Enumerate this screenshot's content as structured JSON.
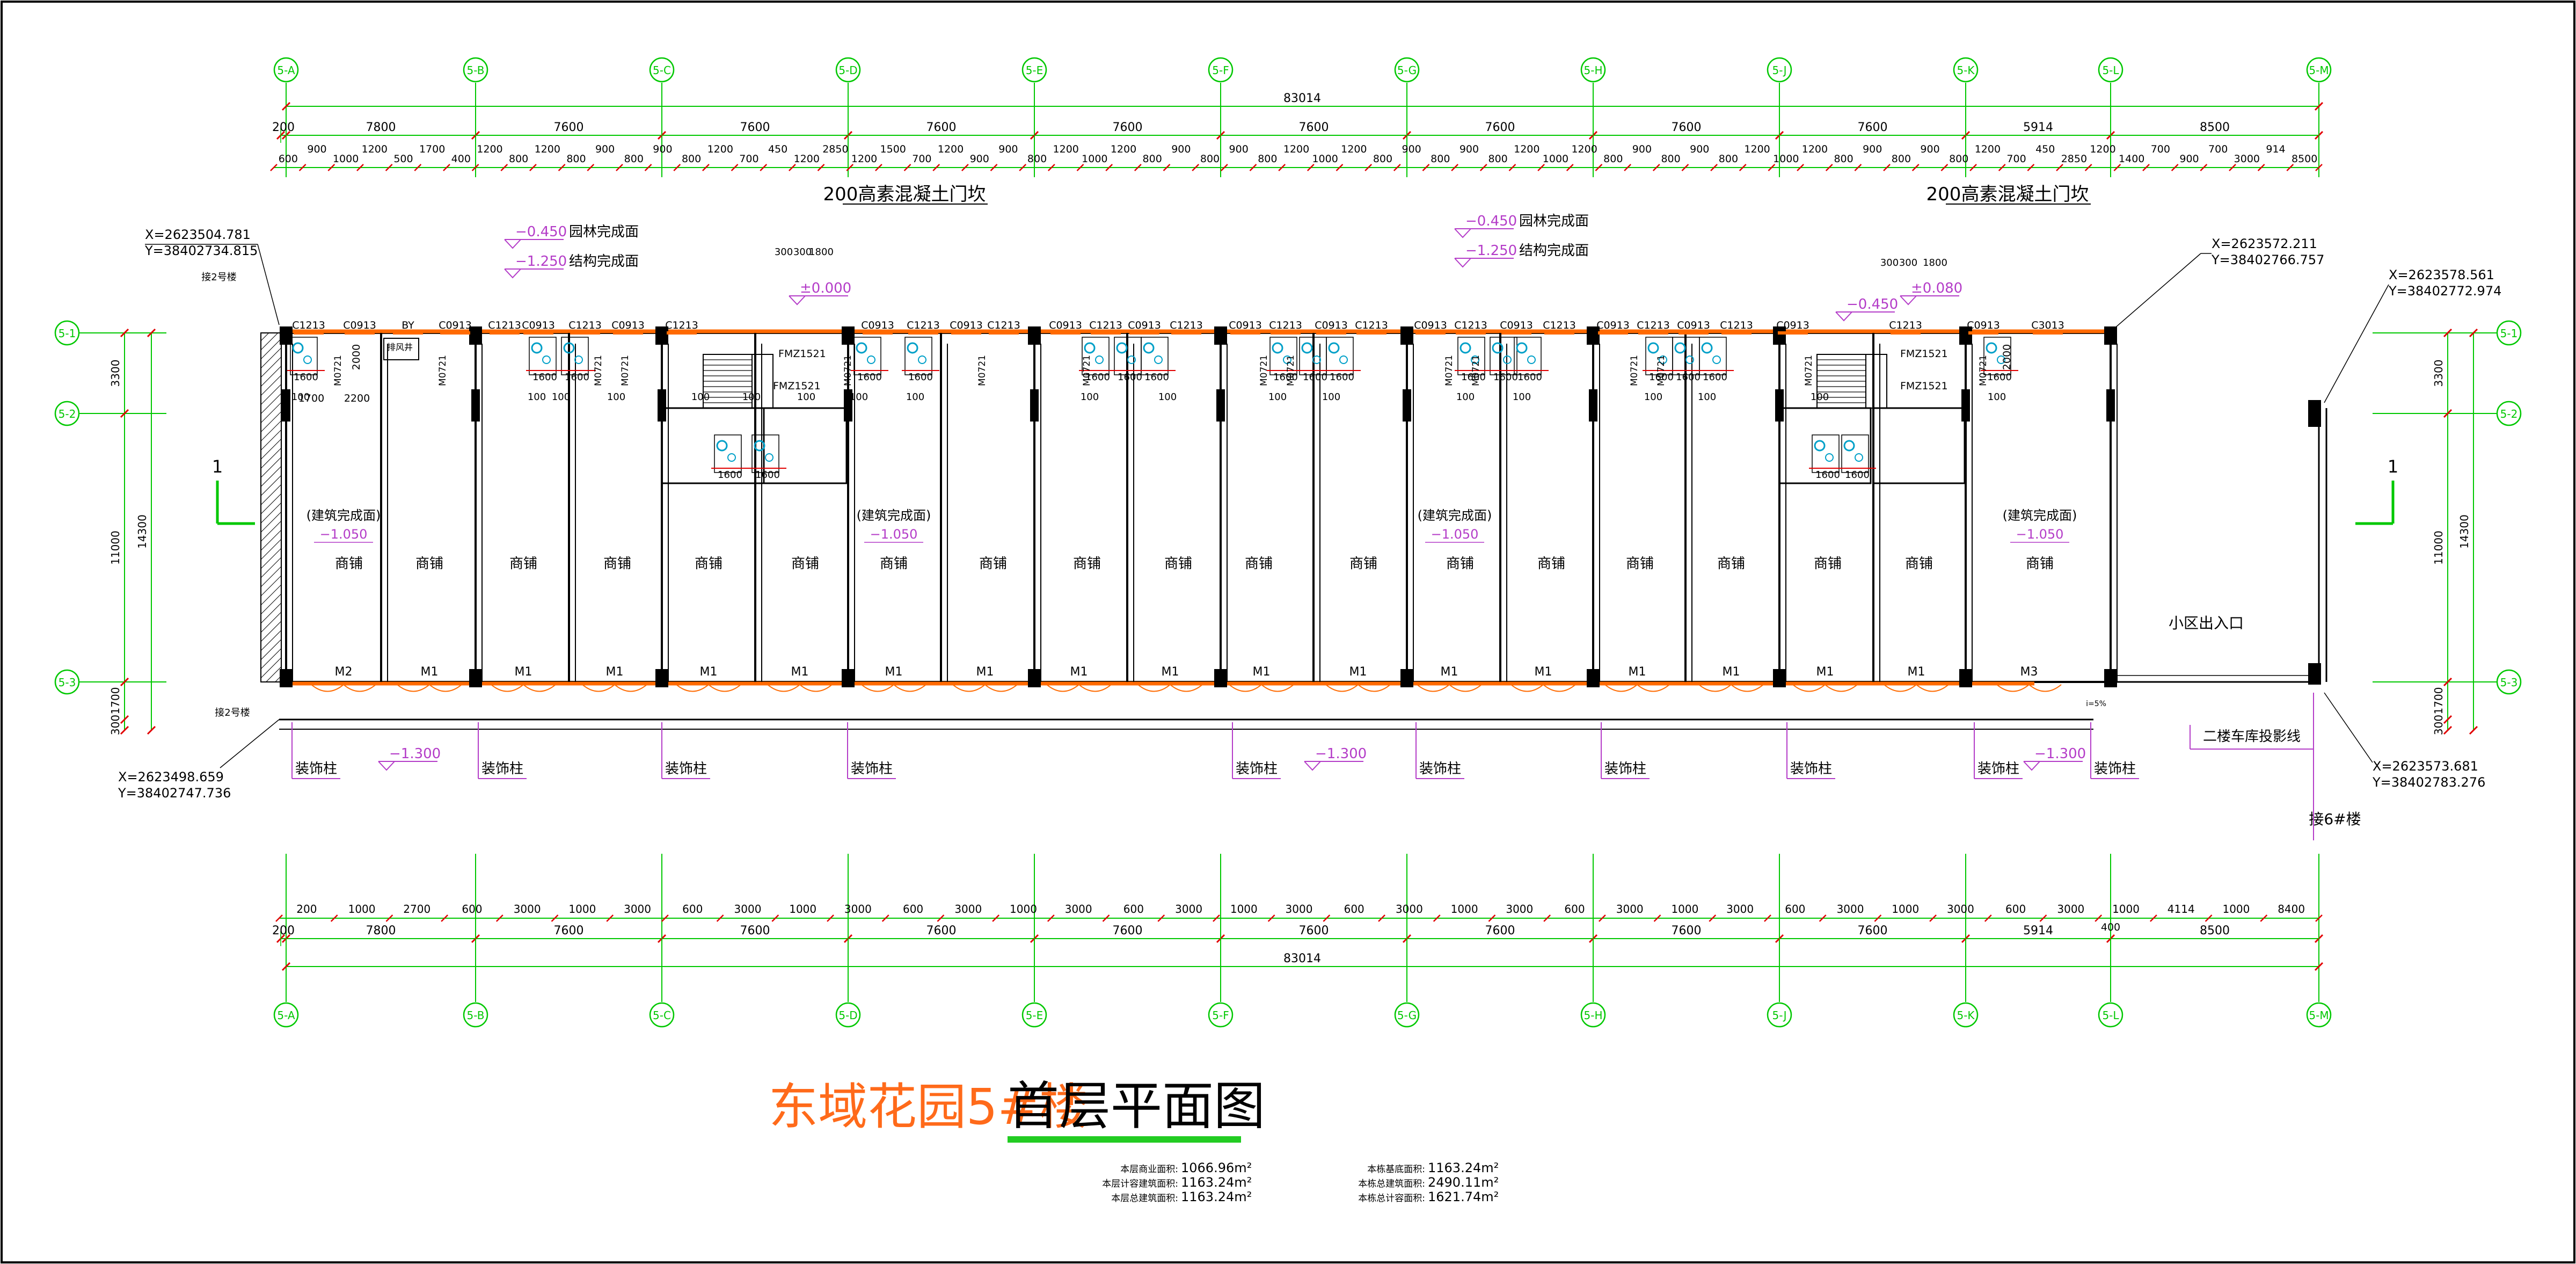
{
  "title": {
    "project": "东域花园5#楼",
    "sheet": "首层平面图"
  },
  "axes_x": [
    "5-A",
    "5-B",
    "5-C",
    "5-D",
    "5-E",
    "5-F",
    "5-G",
    "5-H",
    "5-J",
    "5-K",
    "5-L",
    "5-M"
  ],
  "axes_y": [
    "5-1",
    "5-2",
    "5-3"
  ],
  "dim_total": "83014",
  "dims_top_main": [
    "200",
    "7800",
    "7600",
    "7600",
    "7600",
    "7600",
    "7600",
    "7600",
    "7600",
    "7600",
    "5914",
    "8500"
  ],
  "dims_top_detail": [
    "600",
    "900",
    "1000",
    "1200",
    "500",
    "1700",
    "400",
    "1200",
    "800",
    "1200",
    "800",
    "900",
    "800",
    "900",
    "800",
    "1200",
    "700",
    "450",
    "1200",
    "2850",
    "1200",
    "1500",
    "700",
    "1200",
    "900",
    "900",
    "800",
    "1200",
    "1000",
    "1200",
    "800",
    "900",
    "800",
    "900",
    "800",
    "1200",
    "1000",
    "1200",
    "800",
    "900",
    "800",
    "900",
    "800",
    "1200",
    "1000",
    "1200",
    "800",
    "900",
    "800",
    "900",
    "800",
    "1200",
    "1000",
    "1200",
    "800",
    "900",
    "800",
    "900",
    "800",
    "1200",
    "700",
    "450",
    "2850",
    "1200",
    "1400",
    "700",
    "900",
    "700",
    "3000",
    "914",
    "8500"
  ],
  "dims_bottom_detail": [
    "200",
    "1000",
    "2700",
    "600",
    "3000",
    "1000",
    "3000",
    "600",
    "3000",
    "1000",
    "3000",
    "600",
    "3000",
    "1000",
    "3000",
    "600",
    "3000",
    "1000",
    "3000",
    "600",
    "3000",
    "1000",
    "3000",
    "600",
    "3000",
    "1000",
    "3000",
    "600",
    "3000",
    "1000",
    "3000",
    "600",
    "3000",
    "1000",
    "4114",
    "1000",
    "8400"
  ],
  "dims_bottom_main": [
    "200",
    "7800",
    "7600",
    "7600",
    "7600",
    "7600",
    "7600",
    "7600",
    "7600",
    "7600",
    "5914",
    "8500"
  ],
  "dims_bottom_extra": "400",
  "dims_left": [
    "3300",
    "11000",
    "1700",
    "300",
    "14300"
  ],
  "dims_right": [
    "3300",
    "11000",
    "1700",
    "300",
    "14300"
  ],
  "coordinates": [
    {
      "x": "X=2623504.781",
      "y": "Y=38402734.815"
    },
    {
      "x": "X=2623572.211",
      "y": "Y=38402766.757"
    },
    {
      "x": "X=2623578.561",
      "y": "Y=38402772.974"
    },
    {
      "x": "X=2623498.659",
      "y": "Y=38402747.736"
    },
    {
      "x": "X=2623573.681",
      "y": "Y=38402783.276"
    }
  ],
  "annotations": {
    "wall_note": "200高素混凝土门坎",
    "level_garden": "−0.450",
    "garden_label": "园林完成面",
    "level_struct": "−1.250",
    "struct_label": "结构完成面",
    "level_zero": "±0.000",
    "level_0_45": "−0.450",
    "level_0_08": "±0.080",
    "level_1_05": "−1.050",
    "level_1_3": "−1.300",
    "arch_finish": "(建筑完成面)",
    "shop": "商铺",
    "entrance": "小区出入口",
    "garage_line": "二楼车库投影线",
    "decor_col": "装饰柱",
    "link_a": "接2号楼",
    "link_b": "接2号楼",
    "link_c": "接6#楼",
    "section": "1",
    "door_m1": "M1",
    "door_m2": "M2",
    "door_m3": "M3",
    "door_fmz": "FMZ1521",
    "door_m0721": "M0721",
    "win_c0913": "C0913",
    "win_c1213": "C1213",
    "win_c3013": "C3013",
    "win_by": "BY",
    "vent": "排风井",
    "d100": "100",
    "d1600": "1600",
    "d2000": "2000",
    "d1700": "1700",
    "d2200": "2200",
    "d300": "300",
    "d1800": "1800",
    "slope": "i=5%"
  },
  "stats_left": [
    {
      "label": "本层商业面积:",
      "value": "1066.96m²"
    },
    {
      "label": "本层计容建筑面积:",
      "value": "1163.24m²"
    },
    {
      "label": "本层总建筑面积:",
      "value": "1163.24m²"
    }
  ],
  "stats_right": [
    {
      "label": "本栋基底面积:",
      "value": "1163.24m²"
    },
    {
      "label": "本栋总建筑面积:",
      "value": "2490.11m²"
    },
    {
      "label": "本栋总计容面积:",
      "value": "1621.74m²"
    }
  ],
  "colors": {
    "green": "#00c800",
    "red": "#e00000",
    "orange": "#ff6a00",
    "magenta": "#b43cc8",
    "cyan": "#00a0c8",
    "black": "#000000",
    "title_orange": "#ff6a1a",
    "title_green": "#22cc22"
  }
}
